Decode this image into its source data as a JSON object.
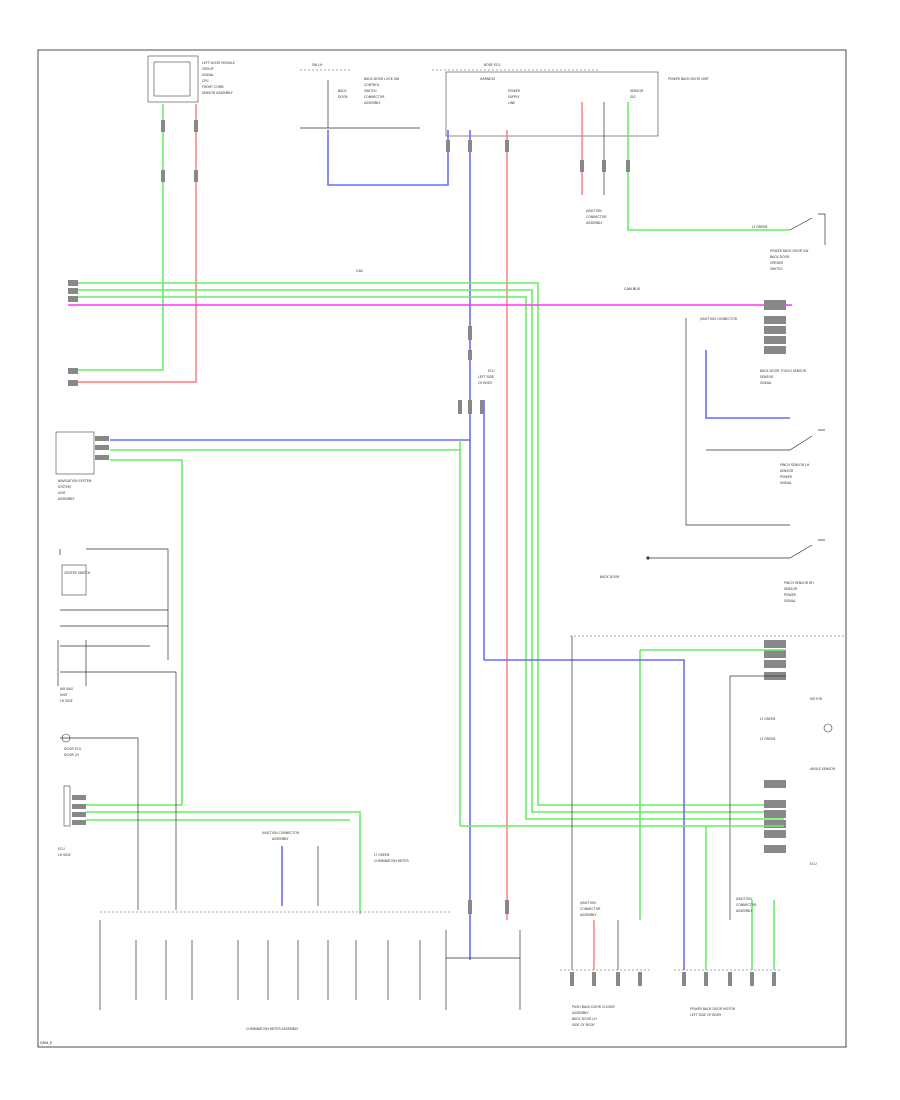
{
  "footer": {
    "code": "QM4_E"
  },
  "labels": {
    "top_left_module": "LEFT DOOR MODULE",
    "top_center_sw": "BACK DOOR LOCK SW",
    "top_right_unit": "POWER BACK DOOR UNIT",
    "right_switch_1": "POWER BACK DOOR SW",
    "right_bus": "CAN BUS",
    "right_junction": "JUNCTION CONNECTOR",
    "right_sensor_1": "BACK DOOR TOUCH SENSOR",
    "right_sensor_2": "PINCH SENSOR LH",
    "right_sensor_3": "PINCH SENSOR RH",
    "right_motor": "MOTOR",
    "right_sensor_4": "ANGLE SENSOR",
    "right_ecu": "ECU",
    "left_sensor_1": "NAVIGATION SYSTEM",
    "left_sensor_2": "CENTER SWITCH",
    "left_sensor_3": "AIR BAG",
    "left_sensor_4": "DOOR ECU",
    "bottom_center": "COMBINATION METER ASSEMBLY",
    "bottom_right_1": "PUSH BACK DOOR CLOSER",
    "bottom_right_2": "POWER BACK DOOR MOTOR",
    "bottom_conn": "JUNCTION CONNECTOR"
  },
  "colors": {
    "green": "#66ee66",
    "red": "#ff7777",
    "blue": "#6a6aff",
    "magenta": "#ff33ff"
  }
}
